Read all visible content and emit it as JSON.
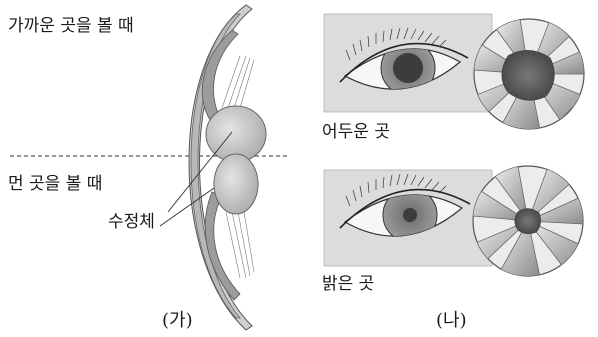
{
  "panel_a": {
    "label_near": "가까운 곳을 볼 때",
    "label_far": "먼 곳을 볼 때",
    "lens_label": "수정체",
    "caption": "(가)"
  },
  "panel_b": {
    "dark_label": "어두운 곳",
    "bright_label": "밝은 곳",
    "caption": "(나)"
  }
}
